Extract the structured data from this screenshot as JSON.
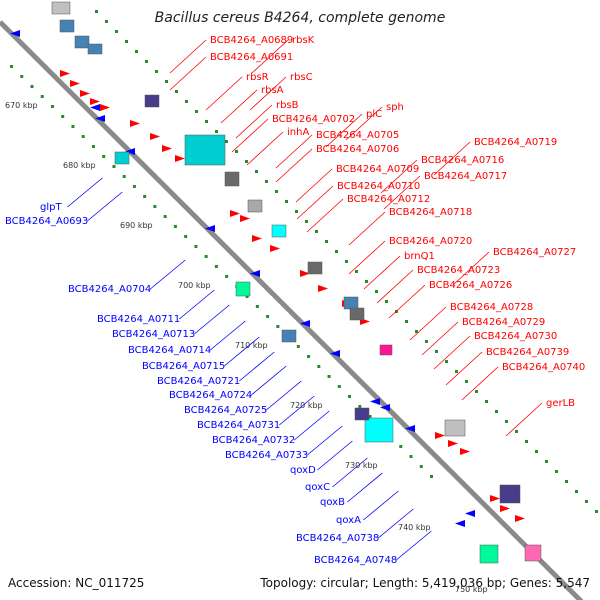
{
  "title": "Bacillus cereus B4264, complete genome",
  "footer": {
    "accession": "Accession: NC_011725",
    "topology": "Topology: circular; Length: 5,419,036 bp; Genes: 5,547"
  },
  "ruler": [
    "670 kbp",
    "680 kbp",
    "690 kbp",
    "700 kbp",
    "710 kbp",
    "720 kbp",
    "730 kbp",
    "740 kbp",
    "750 kbp"
  ],
  "colors": {
    "forward_genes": "#ff0000",
    "reverse_genes": "#0000ff",
    "backbone": "#808080",
    "gc_skew": "#2a8a2a"
  },
  "forward_labels": [
    "BCB4264_A0689",
    "rbsK",
    "BCB4264_A0691",
    "rbsR",
    "rbsC",
    "rbsA",
    "rbsB",
    "BCB4264_A0702",
    "plC",
    "sph",
    "inhA",
    "BCB4264_A0705",
    "BCB4264_A0706",
    "BCB4264_A0719",
    "BCB4264_A0716",
    "BCB4264_A0709",
    "BCB4264_A0717",
    "BCB4264_A0710",
    "BCB4264_A0712",
    "BCB4264_A0718",
    "BCB4264_A0720",
    "brnQ1",
    "BCB4264_A0727",
    "BCB4264_A0723",
    "BCB4264_A0726",
    "BCB4264_A0728",
    "BCB4264_A0729",
    "BCB4264_A0730",
    "BCB4264_A0739",
    "BCB4264_A0740",
    "gerLB"
  ],
  "reverse_labels": [
    "glpT",
    "BCB4264_A0693",
    "BCB4264_A0704",
    "BCB4264_A0711",
    "BCB4264_A0713",
    "BCB4264_A0714",
    "BCB4264_A0715",
    "BCB4264_A0721",
    "BCB4264_A0724",
    "BCB4264_A0725",
    "BCB4264_A0731",
    "BCB4264_A0732",
    "BCB4264_A0733",
    "qoxD",
    "qoxC",
    "qoxB",
    "qoxA",
    "BCB4264_A0738",
    "BCB4264_A0748"
  ]
}
